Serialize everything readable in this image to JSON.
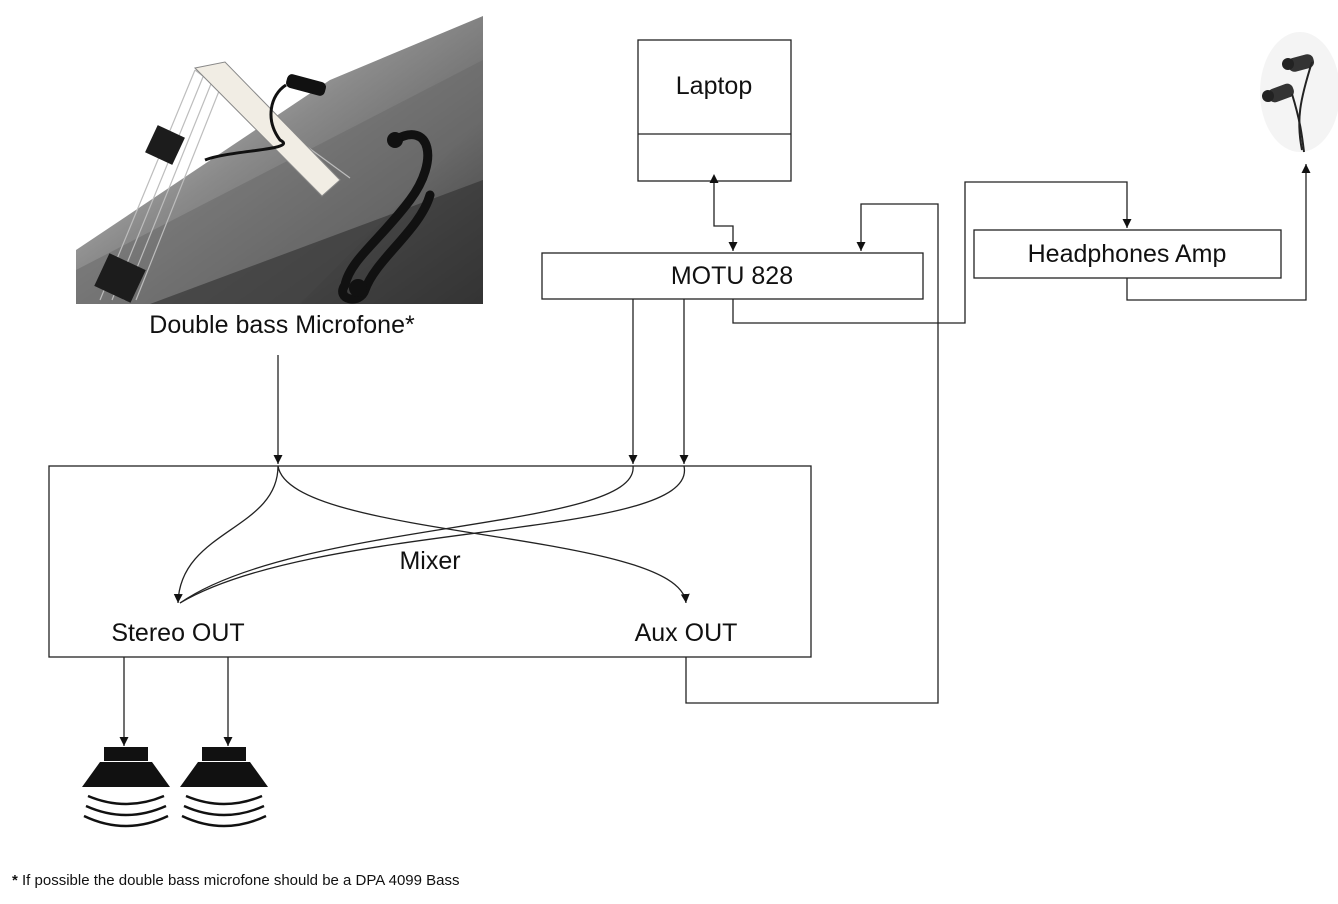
{
  "devices": {
    "laptop": "Laptop",
    "motu": "MOTU 828",
    "headphones_amp": "Headphones Amp",
    "mixer": "Mixer",
    "stereo_out": "Stereo OUT",
    "aux_out": "Aux OUT"
  },
  "microphone_caption": "Double bass Microfone*",
  "footnote": {
    "mark": "*",
    "text": " If possible the double bass microfone should be a DPA 4099 Bass"
  },
  "icons": [
    "double-bass-photo",
    "earphones-icon",
    "speaker-icon",
    "speaker-icon"
  ]
}
